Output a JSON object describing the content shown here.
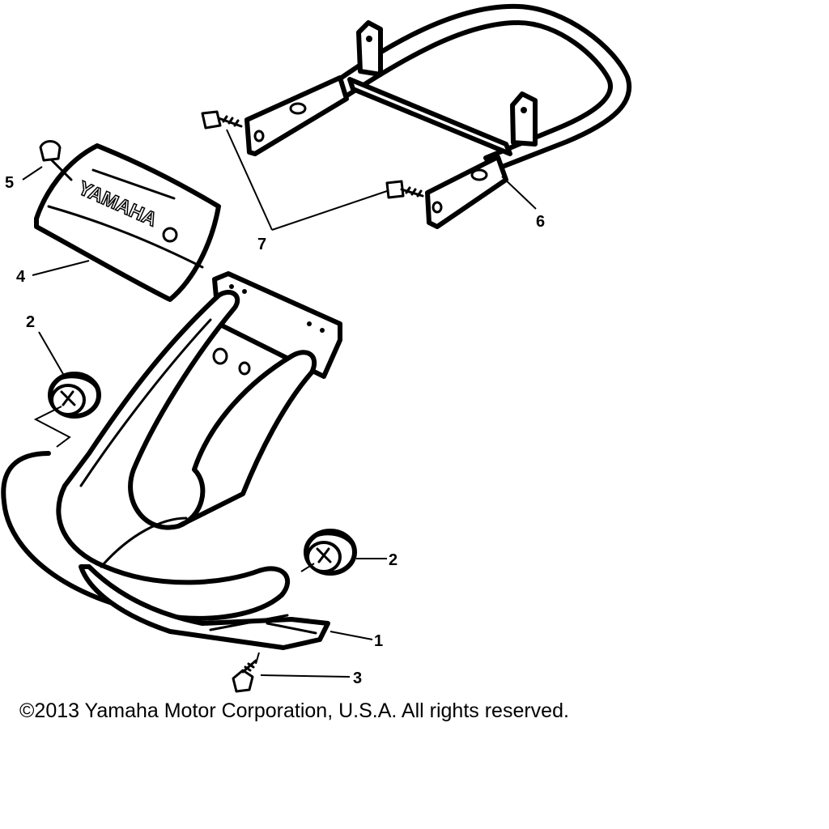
{
  "diagram": {
    "callouts": [
      {
        "id": "part-1",
        "label": "1"
      },
      {
        "id": "part-2-upper",
        "label": "2"
      },
      {
        "id": "part-2-lower",
        "label": "2"
      },
      {
        "id": "part-3",
        "label": "3"
      },
      {
        "id": "part-4",
        "label": "4"
      },
      {
        "id": "part-5",
        "label": "5"
      },
      {
        "id": "part-6",
        "label": "6"
      },
      {
        "id": "part-7",
        "label": "7"
      }
    ],
    "logo_text": "YAMAHA"
  },
  "footer": {
    "copyright": "©2013 Yamaha Motor Corporation, U.S.A. All rights reserved."
  }
}
